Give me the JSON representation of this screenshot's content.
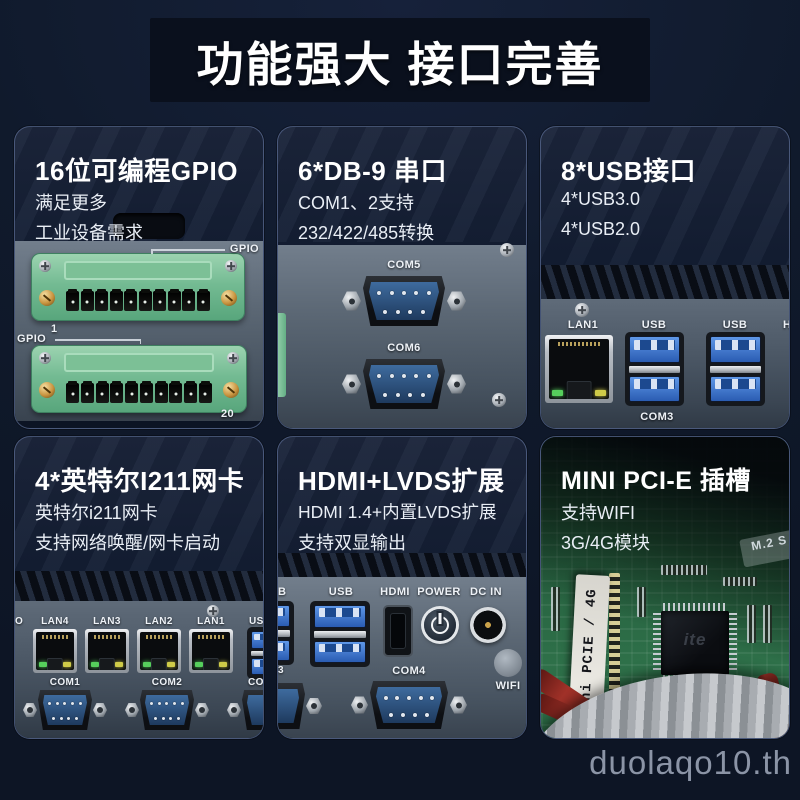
{
  "header": {
    "title": "功能强大 接口完善"
  },
  "watermark": "duolaqo10.th",
  "colors": {
    "background": "#101a2c",
    "title_band": "#0a101d",
    "panel_metal": "#5c6876",
    "terminal_green": "#6eb68c",
    "usb_blue": "#2e6cc0",
    "db9_blue": "#2d5178",
    "pcb_green": "#2b6a44",
    "led_green": "#56cf5c",
    "led_yellow": "#cfcb48",
    "watermark_gray": "#8b94a6"
  },
  "cards": [
    {
      "title": "16位可编程GPIO",
      "desc1": "满足更多",
      "desc2": "工业设备需求",
      "labels": {
        "gpio_top": "GPIO",
        "pin_first": "1",
        "gpio_left": "GPIO",
        "pin_last": "20"
      }
    },
    {
      "title": "6*DB-9 串口",
      "desc1": "COM1、2支持",
      "desc2": "232/422/485转换",
      "labels": {
        "com5": "COM5",
        "com6": "COM6"
      }
    },
    {
      "title": "8*USB接口",
      "desc1": "4*USB3.0",
      "desc2": "4*USB2.0",
      "labels": {
        "lan1": "LAN1",
        "usb_a": "USB",
        "usb_b": "USB",
        "hdmi_partial": "H",
        "com3": "COM3"
      }
    },
    {
      "title": "4*英特尔I211网卡",
      "desc1": "英特尔i211网卡",
      "desc2": "支持网络唤醒/网卡启动",
      "labels": {
        "gpio_partial": "O",
        "lan4": "LAN4",
        "lan3": "LAN3",
        "lan2": "LAN2",
        "lan1": "LAN1",
        "usb_partial": "US",
        "com1": "COM1",
        "com2": "COM2",
        "com3_partial": "CO"
      }
    },
    {
      "title": "HDMI+LVDS扩展",
      "desc1": "HDMI 1.4+内置LVDS扩展",
      "desc2": "支持双显输出",
      "labels": {
        "usb_partial": "B",
        "usb": "USB",
        "hdmi": "HDMI",
        "power": "POWER",
        "dcin": "DC IN",
        "com3_partial": "3",
        "com4": "COM4",
        "wifi": "WIFI"
      }
    },
    {
      "title": "MINI PCI-E 插槽",
      "desc1": "支持WIFI",
      "desc2": "3G/4G模块",
      "labels": {
        "slot": "mini PCIE / 4G",
        "m2_partial": "M.2 S",
        "chip": "ite"
      }
    }
  ]
}
